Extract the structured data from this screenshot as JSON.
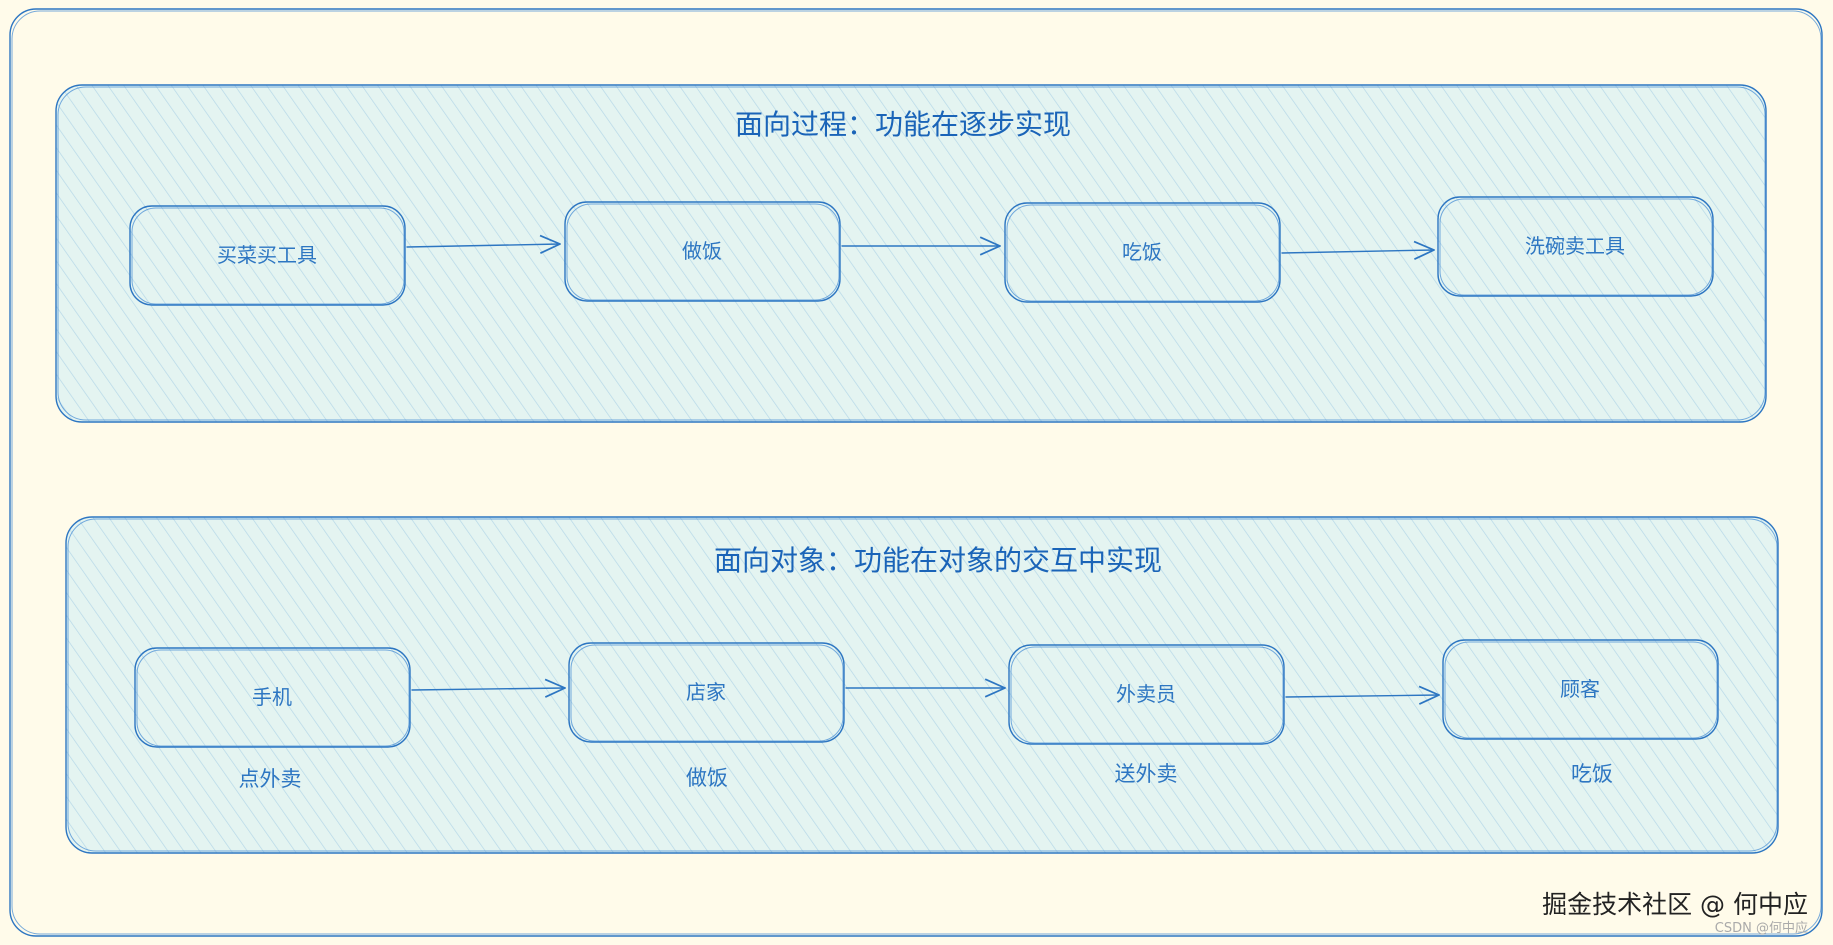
{
  "colors": {
    "background": "#fffbea",
    "frame_stroke": "#2d76c2",
    "group_fill": "#e4f4f1",
    "hatch": "#b6d8e8",
    "text": "#2d76c2",
    "title_text": "#1a64b8"
  },
  "procedural": {
    "title": "面向过程：功能在逐步实现",
    "nodes": [
      "买菜买工具",
      "做饭",
      "吃饭",
      "洗碗卖工具"
    ]
  },
  "object_oriented": {
    "title": "面向对象：功能在对象的交互中实现",
    "nodes": [
      "手机",
      "店家",
      "外卖员",
      "顾客"
    ],
    "captions": [
      "点外卖",
      "做饭",
      "送外卖",
      "吃饭"
    ]
  },
  "watermark": {
    "main": "掘金技术社区 @ 何中应",
    "sub": "CSDN @何中应"
  }
}
